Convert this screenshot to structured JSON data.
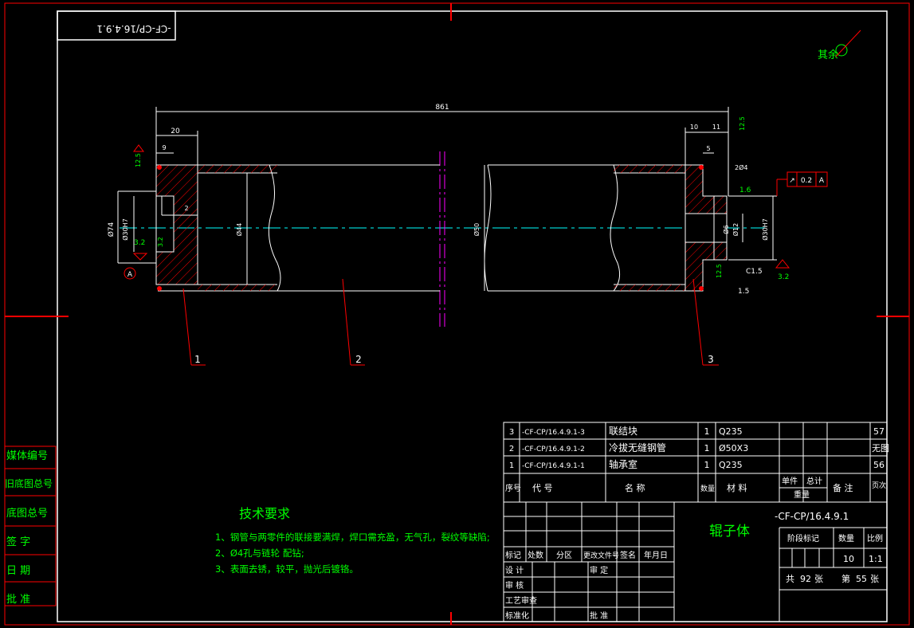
{
  "drawing_number_rotated": "-CF-CP/16.4.9.1",
  "surface_note": "其余",
  "dimensions": {
    "overall_length": "861",
    "left_flange": "20",
    "left_step": "9",
    "left_gap": "2",
    "left_od": "Ø74",
    "left_bore": "Ø30H7",
    "tube_dia": "Ø44",
    "center_dia": "Ø50",
    "right_w1": "10",
    "right_w2": "11",
    "right_step": "5",
    "right_bore": "Ø30H7",
    "right_d1": "Ø12",
    "right_d2": "Ø6",
    "chamfer": "C1.5",
    "rough_12_5": "12.5",
    "rough_3_2": "3.2",
    "rough_1_6": "1.6",
    "val_1_5": "1.5",
    "holes": "2Ø4",
    "tolerance_symbol": "↗",
    "tolerance_value": "0.2",
    "datum_ref": "A",
    "datum_label": "A"
  },
  "balloons": [
    "1",
    "2",
    "3"
  ],
  "tech_requirements": {
    "title": "技术要求",
    "items": [
      "1、钢管与两零件的联接要满焊，焊口需充盈，无气孔，裂纹等缺陷;",
      "2、Ø4孔与链轮  配钻;",
      "3、表面去锈，较平，抛光后镀铬。"
    ]
  },
  "left_side_labels": [
    "媒体编号",
    "旧底图总号",
    "底图总号",
    "签  字",
    "日  期",
    "批  准"
  ],
  "parts_list": {
    "rows": [
      {
        "no": "3",
        "code": "-CF-CP/16.4.9.1-3",
        "name": "联结块",
        "qty": "1",
        "material": "Q235",
        "note": "57"
      },
      {
        "no": "2",
        "code": "-CF-CP/16.4.9.1-2",
        "name": "冷拔无缝钢管",
        "qty": "1",
        "material": "Ø50X3",
        "note": "无图"
      },
      {
        "no": "1",
        "code": "-CF-CP/16.4.9.1-1",
        "name": "轴承室",
        "qty": "1",
        "material": "Q235",
        "note": "56"
      }
    ],
    "headers": {
      "no": "序号",
      "code": "代  号",
      "name": "名  称",
      "qty": "数量",
      "material": "材  料",
      "unit_weight": "单件",
      "total_weight": "总计",
      "weight": "重量",
      "remark": "备 注",
      "page": "页次"
    }
  },
  "title_block": {
    "drawing_no": "-CF-CP/16.4.9.1",
    "title": "辊子体",
    "revision_headers": [
      "标记",
      "处数",
      "分区",
      "更改文件号",
      "签名",
      "年月日"
    ],
    "role_design": "设 计",
    "role_standard": "标准化",
    "role_review": "审 核",
    "role_check": "审 定",
    "role_process": "工艺审查",
    "role_standard_check": "标准化",
    "role_approve": "批 准",
    "stage_mark": "阶段标记",
    "weight": "数量",
    "scale": "比例",
    "weight_value": "10",
    "scale_value": "1:1",
    "total_sheets_label": "共",
    "total_sheets": "92",
    "sheets_unit": "张",
    "sheet_label": "第",
    "sheet_no": "55",
    "sheet_unit": "张"
  },
  "colors": {
    "frame": "#ff0000",
    "text": "#00ff00",
    "object": "#ffffff",
    "centerline": "#00ffff",
    "center_mark": "#ff00ff"
  }
}
